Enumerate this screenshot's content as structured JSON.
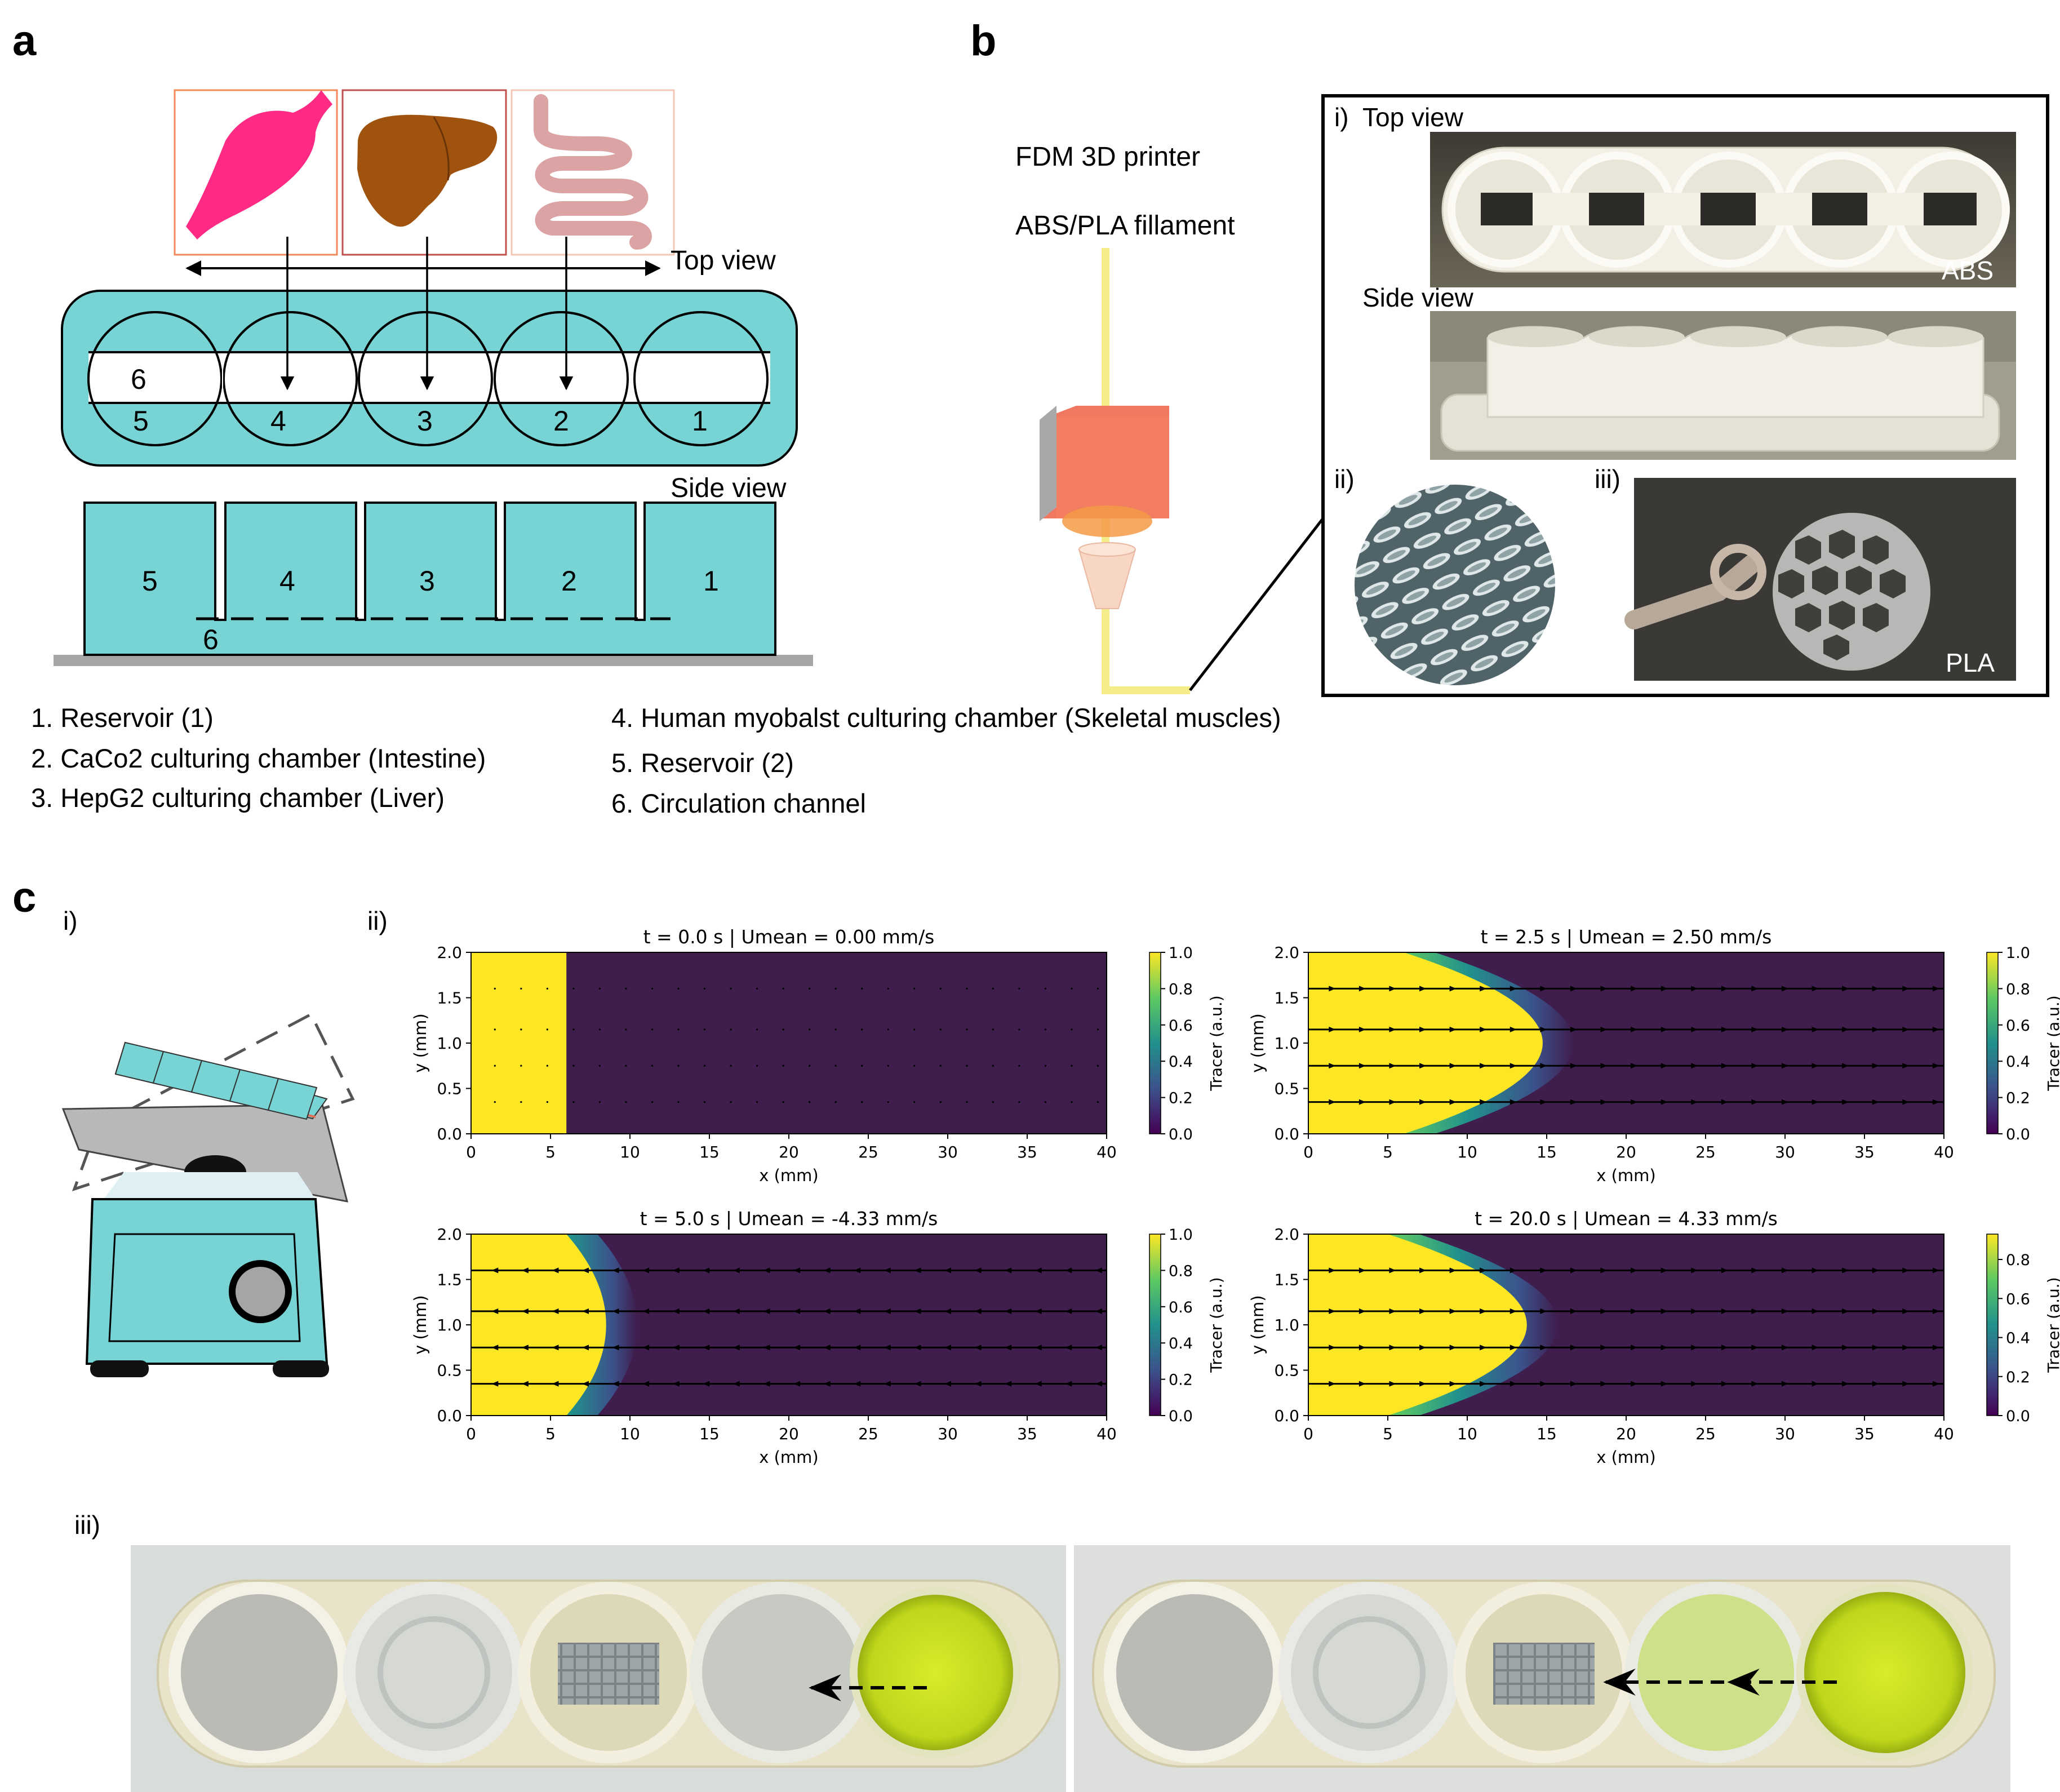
{
  "panels": {
    "a": "a",
    "b": "b",
    "c": "c"
  },
  "panel_a": {
    "top_view_label": "Top view",
    "side_view_label": "Side view",
    "top_chambers": [
      "5",
      "4",
      "3",
      "2",
      "1"
    ],
    "channel_label": "6",
    "side_chambers": [
      "5",
      "4",
      "3",
      "2",
      "1"
    ],
    "side_channel_label": "6",
    "legend": [
      "1. Reservoir (1)",
      "2. CaCo2 culturing chamber (Intestine)",
      "3. HepG2 culturing chamber (Liver)",
      "4. Human myobalst culturing chamber (Skeletal muscles)",
      "5. Reservoir (2)",
      "6. Circulation channel"
    ],
    "organ_icons": [
      "muscle-icon",
      "liver-icon",
      "intestine-icon"
    ],
    "colors": {
      "device": "#78d4d4",
      "muscle": "#ff2a84",
      "liver": "#a0520f",
      "intestine": "#dba3a3"
    }
  },
  "panel_b": {
    "printer_label": "FDM 3D printer",
    "filament_label": "ABS/PLA fillament",
    "sub_i": "i)",
    "top_view": "Top view",
    "side_view": "Side view",
    "abs_label": "ABS",
    "sub_ii": "ii)",
    "sub_iii": "iii)",
    "pla_label": "PLA"
  },
  "panel_c": {
    "sub_i": "i)",
    "sub_ii": "ii)",
    "sub_iii": "iii)"
  },
  "chart_data": [
    {
      "type": "heatmap",
      "title": "t =  0.0 s | Umean =  0.00 mm/s",
      "xlabel": "x (mm)",
      "ylabel": "y (mm)",
      "colorbar_label": "Tracer (a.u.)",
      "xlim": [
        0,
        40
      ],
      "ylim": [
        0,
        2
      ],
      "xticks": [
        "0",
        "5",
        "10",
        "15",
        "20",
        "25",
        "30",
        "35",
        "40"
      ],
      "yticks": [
        "0.0",
        "0.5",
        "1.0",
        "1.5",
        "2.0"
      ],
      "cbar_ticks": [
        "0.0",
        "0.2",
        "0.4",
        "0.6",
        "0.8",
        "1.0"
      ],
      "front_x_center": 6,
      "front_x_wall": 6,
      "streamlines": "dots"
    },
    {
      "type": "heatmap",
      "title": "t =  2.5 s | Umean =  2.50 mm/s",
      "xlabel": "x (mm)",
      "ylabel": "y (mm)",
      "colorbar_label": "Tracer (a.u.)",
      "xlim": [
        0,
        40
      ],
      "ylim": [
        0,
        2
      ],
      "xticks": [
        "0",
        "5",
        "10",
        "15",
        "20",
        "25",
        "30",
        "35",
        "40"
      ],
      "yticks": [
        "0.0",
        "0.5",
        "1.0",
        "1.5",
        "2.0"
      ],
      "cbar_ticks": [
        "0.0",
        "0.2",
        "0.4",
        "0.6",
        "0.8",
        "1.0"
      ],
      "front_x_center": 20,
      "front_x_wall": 6,
      "streamlines": "right"
    },
    {
      "type": "heatmap",
      "title": "t =  5.0 s | Umean = -4.33 mm/s",
      "xlabel": "x (mm)",
      "ylabel": "y (mm)",
      "colorbar_label": "Tracer (a.u.)",
      "xlim": [
        0,
        40
      ],
      "ylim": [
        0,
        2
      ],
      "xticks": [
        "0",
        "5",
        "10",
        "15",
        "20",
        "25",
        "30",
        "35",
        "40"
      ],
      "yticks": [
        "0.0",
        "0.5",
        "1.0",
        "1.5",
        "2.0"
      ],
      "cbar_ticks": [
        "0.0",
        "0.2",
        "0.4",
        "0.6",
        "0.8",
        "1.0"
      ],
      "front_x_center": 10,
      "front_x_wall": 6,
      "streamlines": "left"
    },
    {
      "type": "heatmap",
      "title": "t = 20.0 s | Umean =  4.33 mm/s",
      "xlabel": "x (mm)",
      "ylabel": "y (mm)",
      "colorbar_label": "Tracer (a.u.)",
      "xlim": [
        0,
        40
      ],
      "ylim": [
        0,
        2
      ],
      "xticks": [
        "0",
        "5",
        "10",
        "15",
        "20",
        "25",
        "30",
        "35",
        "40"
      ],
      "yticks": [
        "0.0",
        "0.5",
        "1.0",
        "1.5",
        "2.0"
      ],
      "cbar_ticks": [
        "0.0",
        "0.2",
        "0.4",
        "0.6",
        "0.8"
      ],
      "front_x_center": 19,
      "front_x_wall": 5,
      "streamlines": "right"
    }
  ]
}
